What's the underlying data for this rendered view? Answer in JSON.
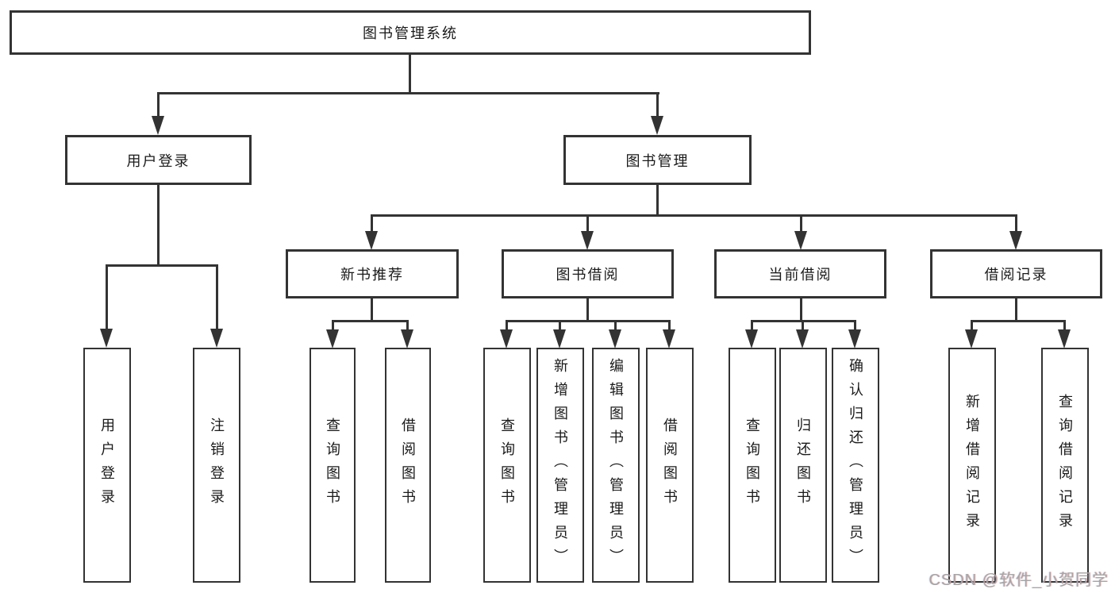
{
  "nodes": {
    "root": "图书管理系统",
    "user_login": "用户登录",
    "book_management": "图书管理",
    "new_book_recommend": "新书推荐",
    "book_borrow": "图书借阅",
    "current_borrow": "当前借阅",
    "borrow_record": "借阅记录",
    "leaf_user_login": "用户登录",
    "leaf_logout": "注销登录",
    "nbr_query_book": "查询图书",
    "nbr_borrow_book": "借阅图书",
    "bb_query_book": "查询图书",
    "bb_add_book": "新增图书（管理员）",
    "bb_edit_book": "编辑图书（管理员）",
    "bb_borrow_book": "借阅图书",
    "cb_query_book": "查询图书",
    "cb_return_book": "归还图书",
    "cb_confirm_return": "确认归还（管理员）",
    "br_add_record": "新增借阅记录",
    "br_query_record": "查询借阅记录"
  },
  "watermark": "CSDN @软件_小贺同学",
  "colors": {
    "line": "#333333",
    "box_border": "#333333",
    "box_fill": "#ffffff",
    "text": "#1a1a1a",
    "background": "#ffffff",
    "watermark_text": "#a6a6a6",
    "watermark_accent": "#e57373"
  }
}
